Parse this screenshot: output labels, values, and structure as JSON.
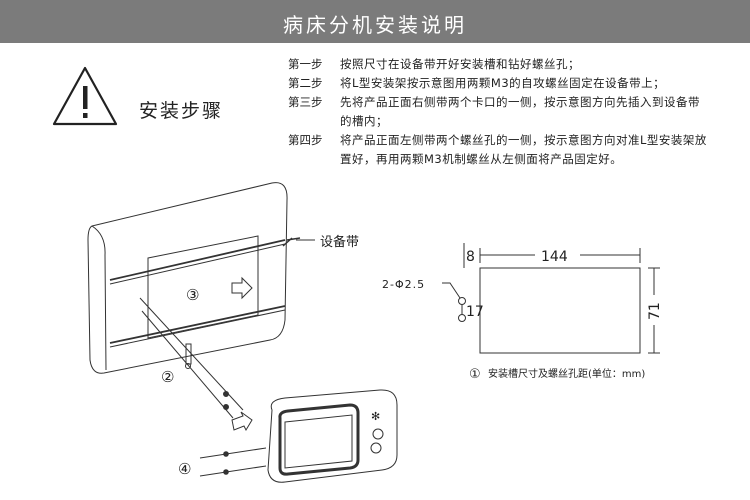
{
  "header": {
    "title": "病床分机安装说明"
  },
  "section": {
    "title": "安装步骤",
    "icon": "warning-icon"
  },
  "steps": [
    {
      "label": "第一步",
      "text": "按照尺寸在设备带开好安装槽和钻好螺丝孔；"
    },
    {
      "label": "第二步",
      "text": "将L型安装架按示意图用两颗M3的自攻螺丝固定在设备带上；"
    },
    {
      "label": "第三步",
      "text": "先将产品正面右侧带两个卡口的一侧，按示意图方向先插入到设备带的槽内；"
    },
    {
      "label": "第四步",
      "text": "将产品正面左侧带两个螺丝孔的一侧，按示意图方向对准L型安装架放置好，再用两颗M3机制螺丝从左侧面将产品固定好。"
    }
  ],
  "diagram": {
    "equipment_label": "设备带",
    "marker_2": "②",
    "marker_3": "③",
    "marker_4": "④"
  },
  "dimensions": {
    "offset": "8",
    "width": "144",
    "height": "71",
    "hole_spacing": "17",
    "hole_spec": "2-Φ2.5",
    "caption_marker": "①",
    "caption": "安装槽尺寸及螺丝孔距(单位：mm)"
  }
}
